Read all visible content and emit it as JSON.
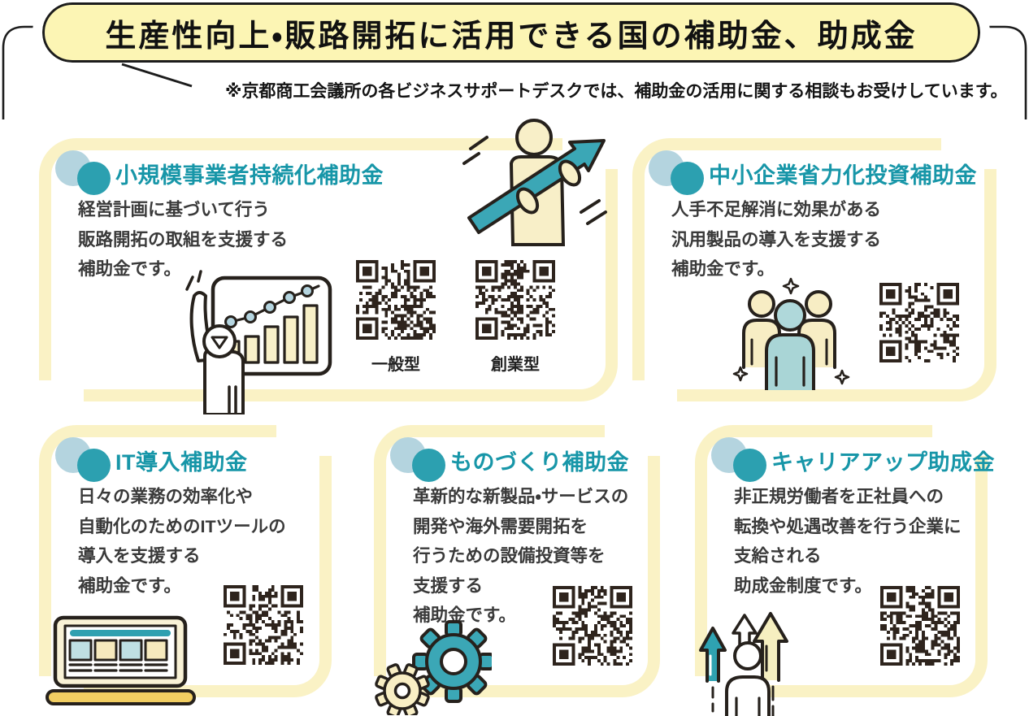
{
  "page": {
    "title_banner": "生産性向上・販路開拓に活用できる国の補助金、助成金",
    "note": "※京都商工会議所の各ビジネスサポートデスクでは、補助金の活用に関する相談もお受けしています。"
  },
  "colors": {
    "accent_teal": "#1796A8",
    "bullet_teal": "#2CA0B0",
    "bullet_lightblue": "#B4D4DF",
    "banner_yellow": "#FCF5B4",
    "card_border_yellow": "#FAF2C5",
    "outline_black": "#1C1C1C",
    "body_text": "#3A3A3A",
    "illustration_teal": "#3BA7B6",
    "illustration_cream": "#F8EFC8",
    "illustration_lightblue": "#B5D5E0",
    "qr_dark": "#2E241D"
  },
  "cards": [
    {
      "title": "小規模事業者持続化補助金",
      "body_lines": [
        "経営計画に基づいて行う",
        "販路開拓の取組を支援する",
        "補助金です。"
      ],
      "qr_labels": [
        "一般型",
        "創業型"
      ],
      "illustrations": [
        "person-presenting-growth-chart",
        "person-holding-rising-arrow"
      ]
    },
    {
      "title": "中小企業省力化投資補助金",
      "body_lines": [
        "人手不足解消に効果がある",
        "汎用製品の導入を支援する",
        "補助金です。"
      ],
      "qr_labels": [],
      "illustrations": [
        "team-of-three-people"
      ]
    },
    {
      "title": "IT導入補助金",
      "body_lines": [
        "日々の業務の効率化や",
        "自動化のためのITツールの",
        "導入を支援する",
        "補助金です。"
      ],
      "qr_labels": [],
      "illustrations": [
        "laptop-with-software"
      ]
    },
    {
      "title": "ものづくり補助金",
      "body_lines": [
        "革新的な新製品・サービスの",
        "開発や海外需要開拓を",
        "行うための設備投資等を",
        "支援する",
        "補助金です。"
      ],
      "qr_labels": [],
      "illustrations": [
        "two-gears"
      ]
    },
    {
      "title": "キャリアアップ助成金",
      "body_lines": [
        "非正規労働者を正社員への",
        "転換や処遇改善を行う企業に",
        "支給される",
        "助成金制度です。"
      ],
      "qr_labels": [],
      "illustrations": [
        "person-with-upward-arrows"
      ]
    }
  ]
}
